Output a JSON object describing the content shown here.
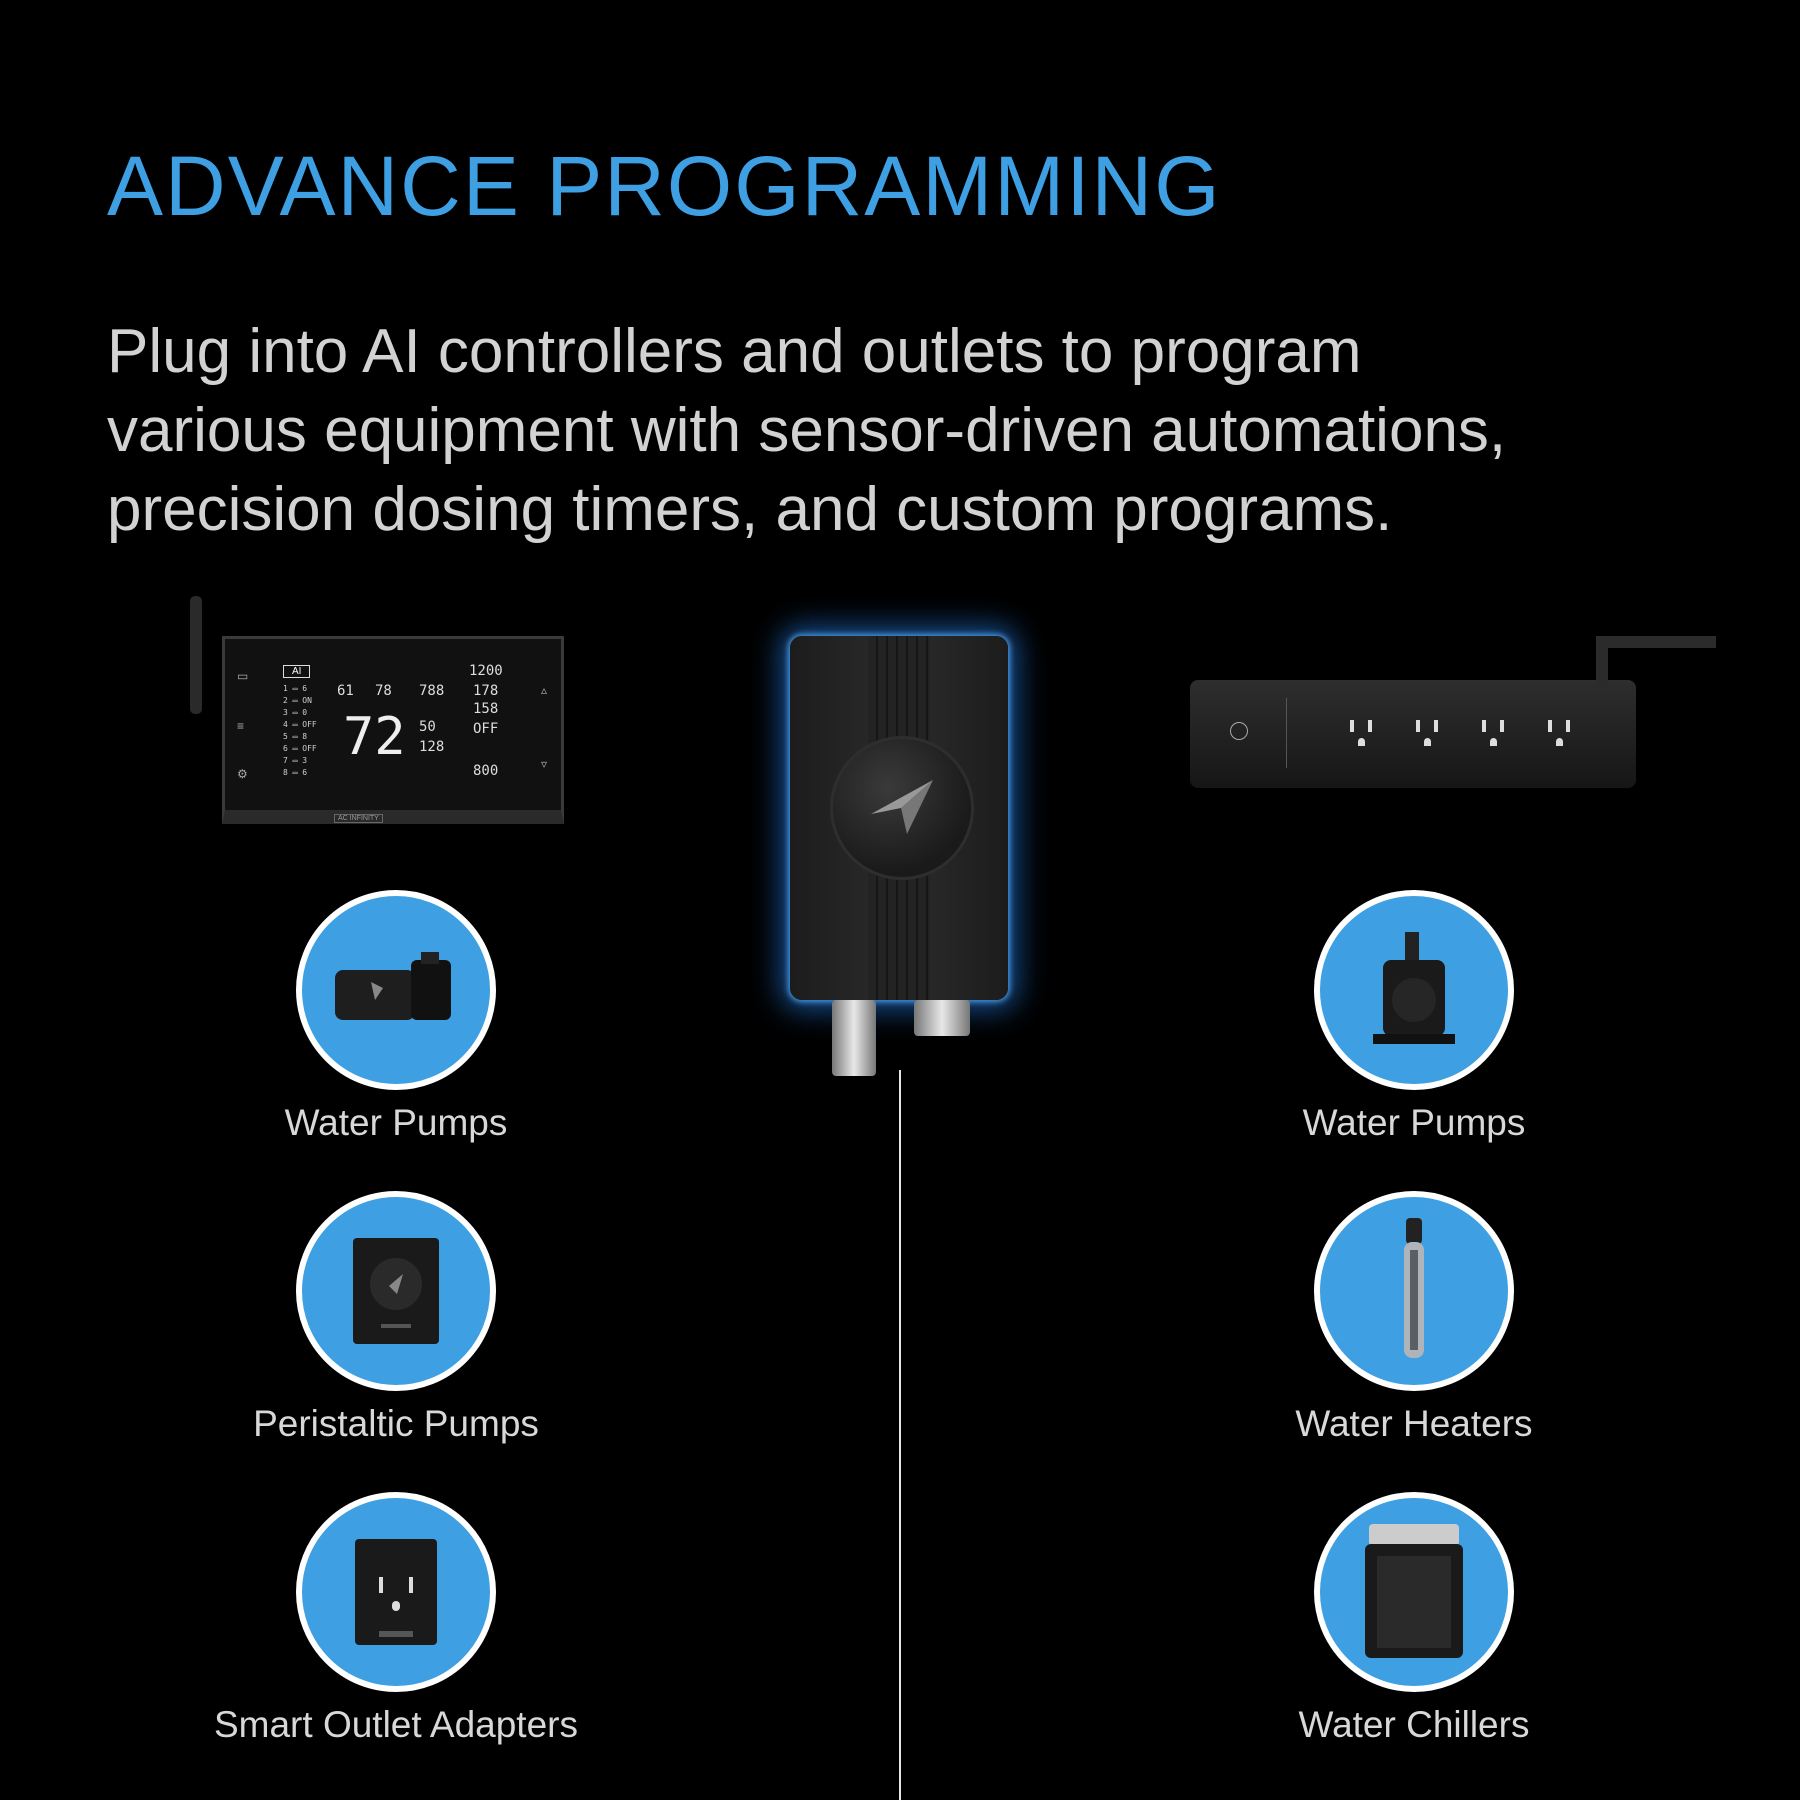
{
  "headline": "ADVANCE PROGRAMMING",
  "subtitle_lines": [
    "Plug into AI controllers and outlets to program",
    "various equipment with sensor-driven automations,",
    "precision dosing timers, and custom programs."
  ],
  "controller": {
    "ai_label": "AI",
    "port_lines": [
      "1 ▭ 6",
      "2 ▭ ON",
      "3 ▭ 0",
      "4 ▭ OFF",
      "5 ▭ 8",
      "6 ▭ OFF",
      "7 ▭ 3",
      "8 ▭ 6"
    ],
    "big_temp": "72",
    "reading_1": "61",
    "reading_2": "78",
    "reading_3": "788",
    "reading_4": "50",
    "reading_5": "128",
    "reading_6": "1200",
    "reading_7": "178",
    "reading_8": "158",
    "reading_9": "OFF",
    "set_to_value": "800",
    "brand": "AC INFINITY"
  },
  "left_items": [
    {
      "label": "Water Pumps",
      "icon": "water-pump-icon"
    },
    {
      "label": "Peristaltic Pumps",
      "icon": "peristaltic-pump-icon"
    },
    {
      "label": "Smart Outlet Adapters",
      "icon": "smart-outlet-icon"
    }
  ],
  "right_items": [
    {
      "label": "Water Pumps",
      "icon": "submersible-pump-icon"
    },
    {
      "label": "Water Heaters",
      "icon": "water-heater-icon"
    },
    {
      "label": "Water Chillers",
      "icon": "water-chiller-icon"
    }
  ],
  "colors": {
    "accent": "#3e9fe2",
    "background": "#000000",
    "text": "#d2d2d2"
  }
}
